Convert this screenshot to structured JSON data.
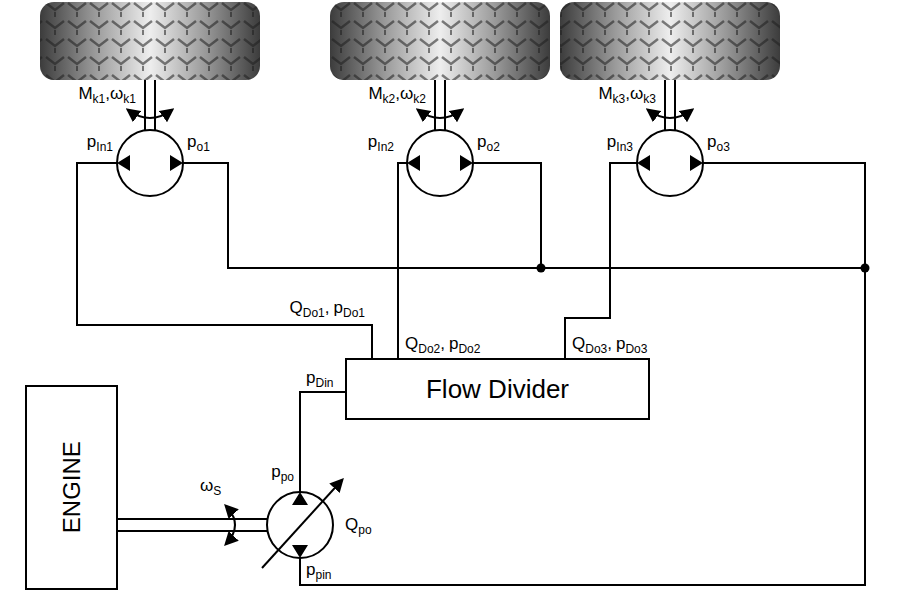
{
  "diagram": {
    "nodes": [
      {
        "text": [
          "Flow Divider"
        ]
      },
      {
        "text": [
          "ENGINE"
        ]
      }
    ],
    "labels": [
      "M",
      "k1",
      ",",
      "ω",
      "k1",
      "p",
      "In1",
      "p",
      "o1",
      "M",
      "k2",
      ",",
      "ω",
      "k2",
      "p",
      "In2",
      "p",
      "o2",
      "M",
      "k3",
      ",",
      "ω",
      "k3",
      "p",
      "In3",
      "p",
      "o3",
      "Q",
      "Do1",
      ",",
      "p",
      "Do1",
      "Q",
      "Do2",
      ",",
      "p",
      "Do2",
      "Q",
      "Do3",
      ",",
      "p",
      "Do3",
      "p",
      "Din",
      "ω",
      "S",
      "p",
      "po",
      "Q",
      "po",
      "p",
      "pin"
    ]
  }
}
